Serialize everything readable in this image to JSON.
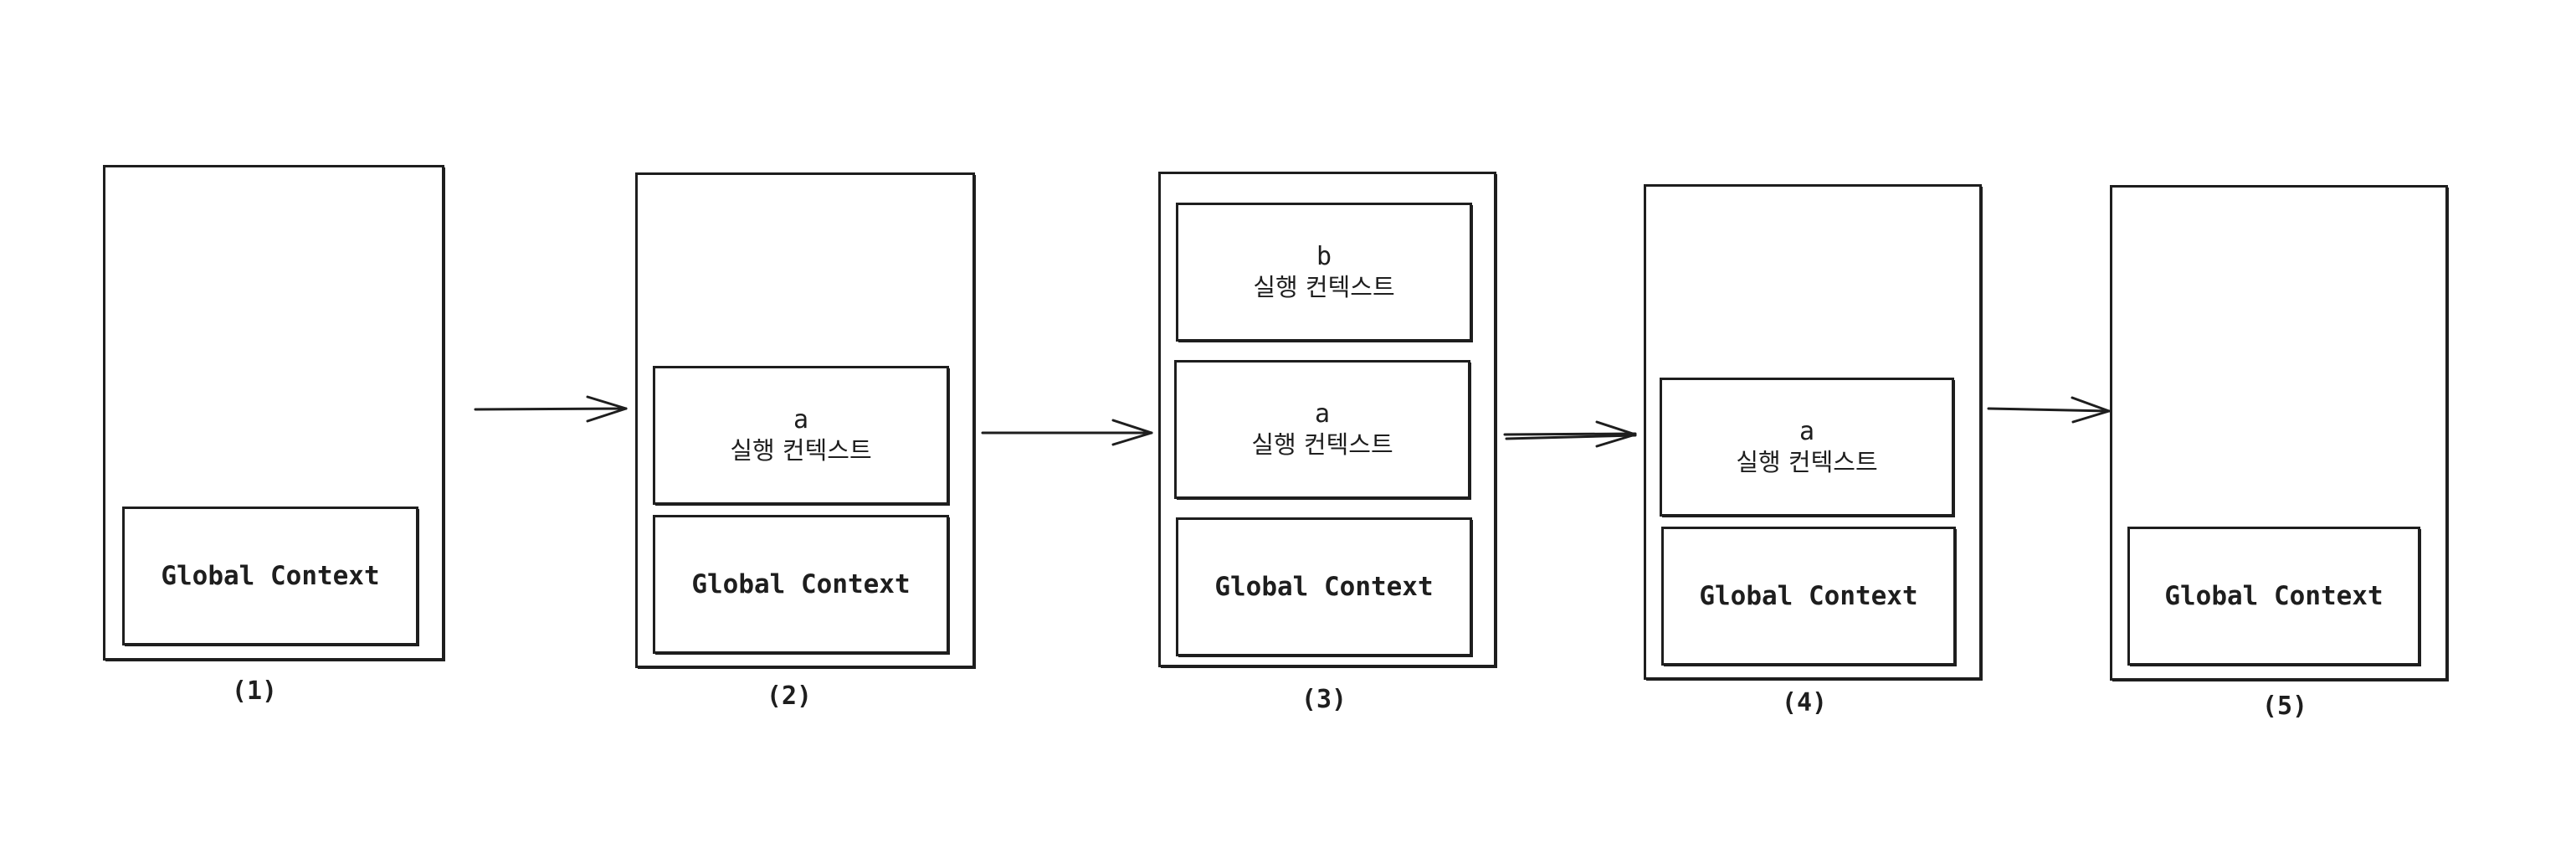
{
  "steps": [
    {
      "label": "(1)",
      "frames": [
        {
          "kind": "global",
          "text": "Global Context"
        }
      ]
    },
    {
      "label": "(2)",
      "frames": [
        {
          "kind": "exec",
          "name": "a",
          "sub": "실행 컨텍스트"
        },
        {
          "kind": "global",
          "text": "Global Context"
        }
      ]
    },
    {
      "label": "(3)",
      "frames": [
        {
          "kind": "exec",
          "name": "b",
          "sub": "실행 컨텍스트"
        },
        {
          "kind": "exec",
          "name": "a",
          "sub": "실행 컨텍스트"
        },
        {
          "kind": "global",
          "text": "Global Context"
        }
      ]
    },
    {
      "label": "(4)",
      "frames": [
        {
          "kind": "exec",
          "name": "a",
          "sub": "실행 컨텍스트"
        },
        {
          "kind": "global",
          "text": "Global Context"
        }
      ]
    },
    {
      "label": "(5)",
      "frames": [
        {
          "kind": "global",
          "text": "Global Context"
        }
      ]
    }
  ],
  "style": {
    "stroke": "#1e1e1e",
    "background": "#ffffff"
  }
}
